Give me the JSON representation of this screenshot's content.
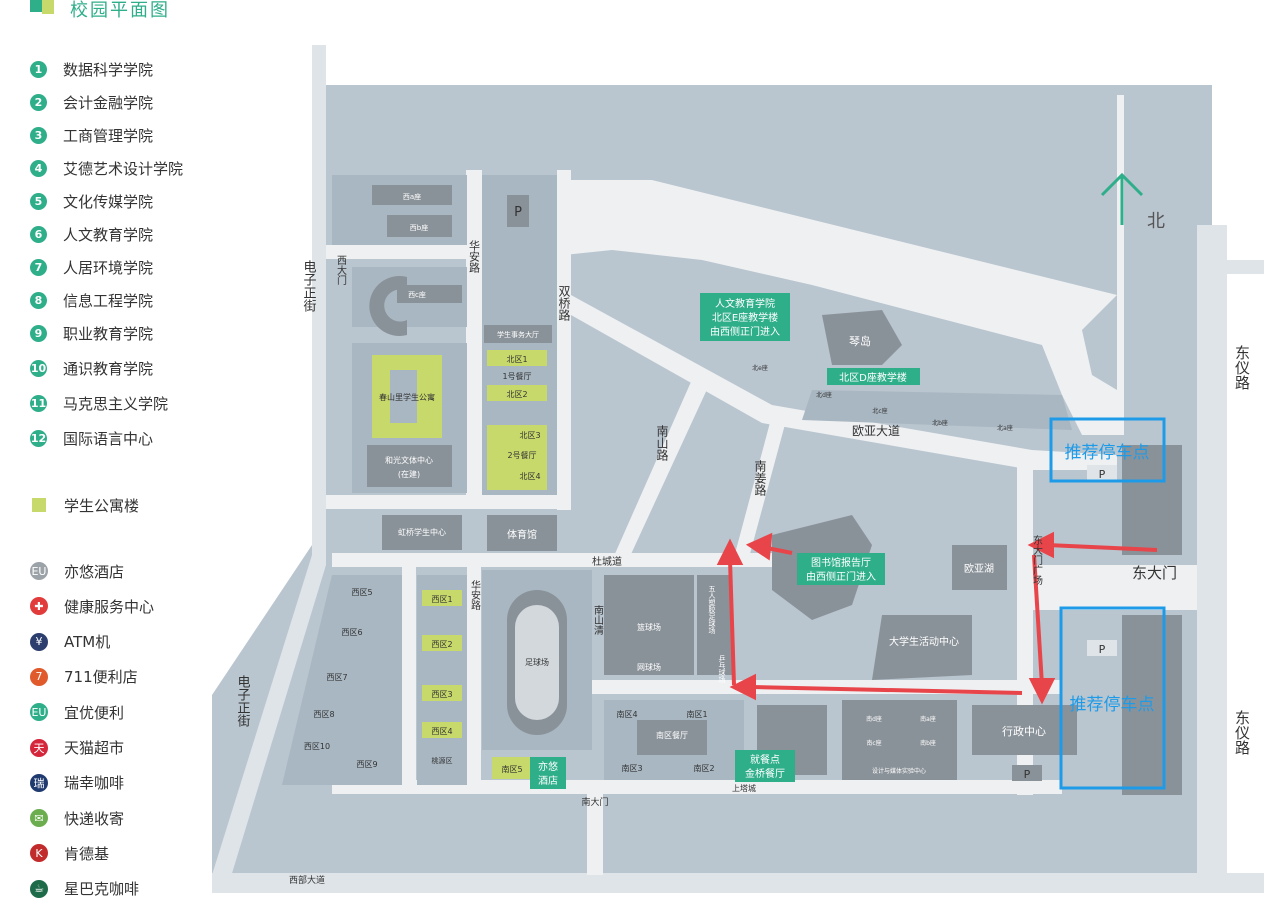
{
  "title": "校园平面图",
  "legend": {
    "colleges": [
      {
        "num": "1",
        "label": "数据科学学院"
      },
      {
        "num": "2",
        "label": "会计金融学院"
      },
      {
        "num": "3",
        "label": "工商管理学院"
      },
      {
        "num": "4",
        "label": "艾德艺术设计学院"
      },
      {
        "num": "5",
        "label": "文化传媒学院"
      },
      {
        "num": "6",
        "label": "人文教育学院"
      },
      {
        "num": "7",
        "label": "人居环境学院"
      },
      {
        "num": "8",
        "label": "信息工程学院"
      },
      {
        "num": "9",
        "label": "职业教育学院"
      },
      {
        "num": "10",
        "label": "通识教育学院"
      },
      {
        "num": "11",
        "label": "马克思主义学院"
      },
      {
        "num": "12",
        "label": "国际语言中心"
      }
    ],
    "dorm": "学生公寓楼",
    "services": [
      {
        "icon": "hotel-icon",
        "glyph": "EU",
        "label": "亦悠酒店"
      },
      {
        "icon": "health-cross-icon",
        "glyph": "✚",
        "label": "健康服务中心"
      },
      {
        "icon": "atm-icon",
        "glyph": "¥",
        "label": "ATM机"
      },
      {
        "icon": "seven-eleven-icon",
        "glyph": "7",
        "label": "711便利店"
      },
      {
        "icon": "convenience-store-icon",
        "glyph": "EU",
        "label": "宜优便利"
      },
      {
        "icon": "tmall-icon",
        "glyph": "天",
        "label": "天猫超市"
      },
      {
        "icon": "luckin-coffee-icon",
        "glyph": "瑞",
        "label": "瑞幸咖啡"
      },
      {
        "icon": "parcel-icon",
        "glyph": "✉",
        "label": "快递收寄"
      },
      {
        "icon": "kfc-icon",
        "glyph": "K",
        "label": "肯德基"
      },
      {
        "icon": "starbucks-icon",
        "glyph": "☕",
        "label": "星巴克咖啡"
      }
    ]
  },
  "colors": {
    "accent": "#2fae8a",
    "dorm": "#c8d96b",
    "road": "#eef0f2",
    "block": "#a9b7c2",
    "building": "#8a9299",
    "arrow": "#e8454a",
    "parking_box": "#1e9be8"
  },
  "map": {
    "north": "北",
    "roads": {
      "dianzi_zheng_top": "电子正街",
      "dianzi_zheng_bottom": "电子正街",
      "dongyi_top": "东仪路",
      "dongyi_bottom": "东仪路",
      "xibu": "西部大道",
      "huaan": "华安路",
      "shuangqiao": "双桥路",
      "ouya": "欧亚大道",
      "nanshan": "南山路",
      "nanjiang": "南姜路",
      "ducheng": "杜城道",
      "nanshan_qing": "南山清",
      "huaan2": "华安路",
      "shangta": "上塔城"
    },
    "gates": {
      "west": "西大门",
      "east": "东大门",
      "south": "南大门",
      "east_square": "东大门广场"
    },
    "buildings": {
      "xia": "西a座",
      "xib": "西b座",
      "xic": "西c座",
      "chunshanli": "春山里学生公寓",
      "heguang": "和光文体中心",
      "heguang_sub": "(在建)",
      "xuesheng_shiwu": "学生事务大厅",
      "beiqu1": "北区1",
      "hall1": "1号餐厅",
      "beiqu2": "北区2",
      "beiqu3": "北区3",
      "hall2": "2号餐厅",
      "beiqu4": "北区4",
      "hongqiao": "虹桥学生中心",
      "tiyuguan": "体育馆",
      "zuqiu": "足球场",
      "lanqiu": "篮球场",
      "wangqiu": "网球场",
      "wuren": "五人塑胶足球场",
      "pingpang": "乒乓球场",
      "xiqu": [
        "西区1",
        "西区2",
        "西区3",
        "西区4"
      ],
      "xiqu_left": [
        "西区5",
        "西区6",
        "西区7",
        "西区8",
        "西区9",
        "西区10"
      ],
      "taoyu": "桃源区",
      "nanqu": [
        "南区1",
        "南区2",
        "南区3",
        "南区4",
        "南区5"
      ],
      "nanqu_hall": "南区餐厅",
      "jianqiao": "金桥餐厅",
      "qinqiao": "琴岛",
      "ouyahu": "欧亚湖",
      "daxuesheng": "大学生活动中心",
      "xingzheng": "行政中心",
      "sheji": "设计与媒体实验中心",
      "nana": "南a座",
      "nanb": "南b座",
      "nanc": "南c座",
      "nand": "南d座",
      "beid": "北d座",
      "beic": "北c座",
      "beib": "北b座",
      "beia": "北a座",
      "beie": "北e座",
      "parking": "P",
      "yiyou": "亦悠酒店"
    },
    "callouts": {
      "renwen": [
        "人文教育学院",
        "北区E座教学楼",
        "由西侧正门进入"
      ],
      "beiqu_d": "北区D座教学楼",
      "library": [
        "图书馆报告厅",
        "由西侧正门进入"
      ],
      "jiucan": [
        "就餐点",
        "金桥餐厅"
      ],
      "yiyou": [
        "亦悠",
        "酒店"
      ]
    },
    "parking_top": "推荐停车点",
    "parking_bottom": "推荐停车点"
  }
}
